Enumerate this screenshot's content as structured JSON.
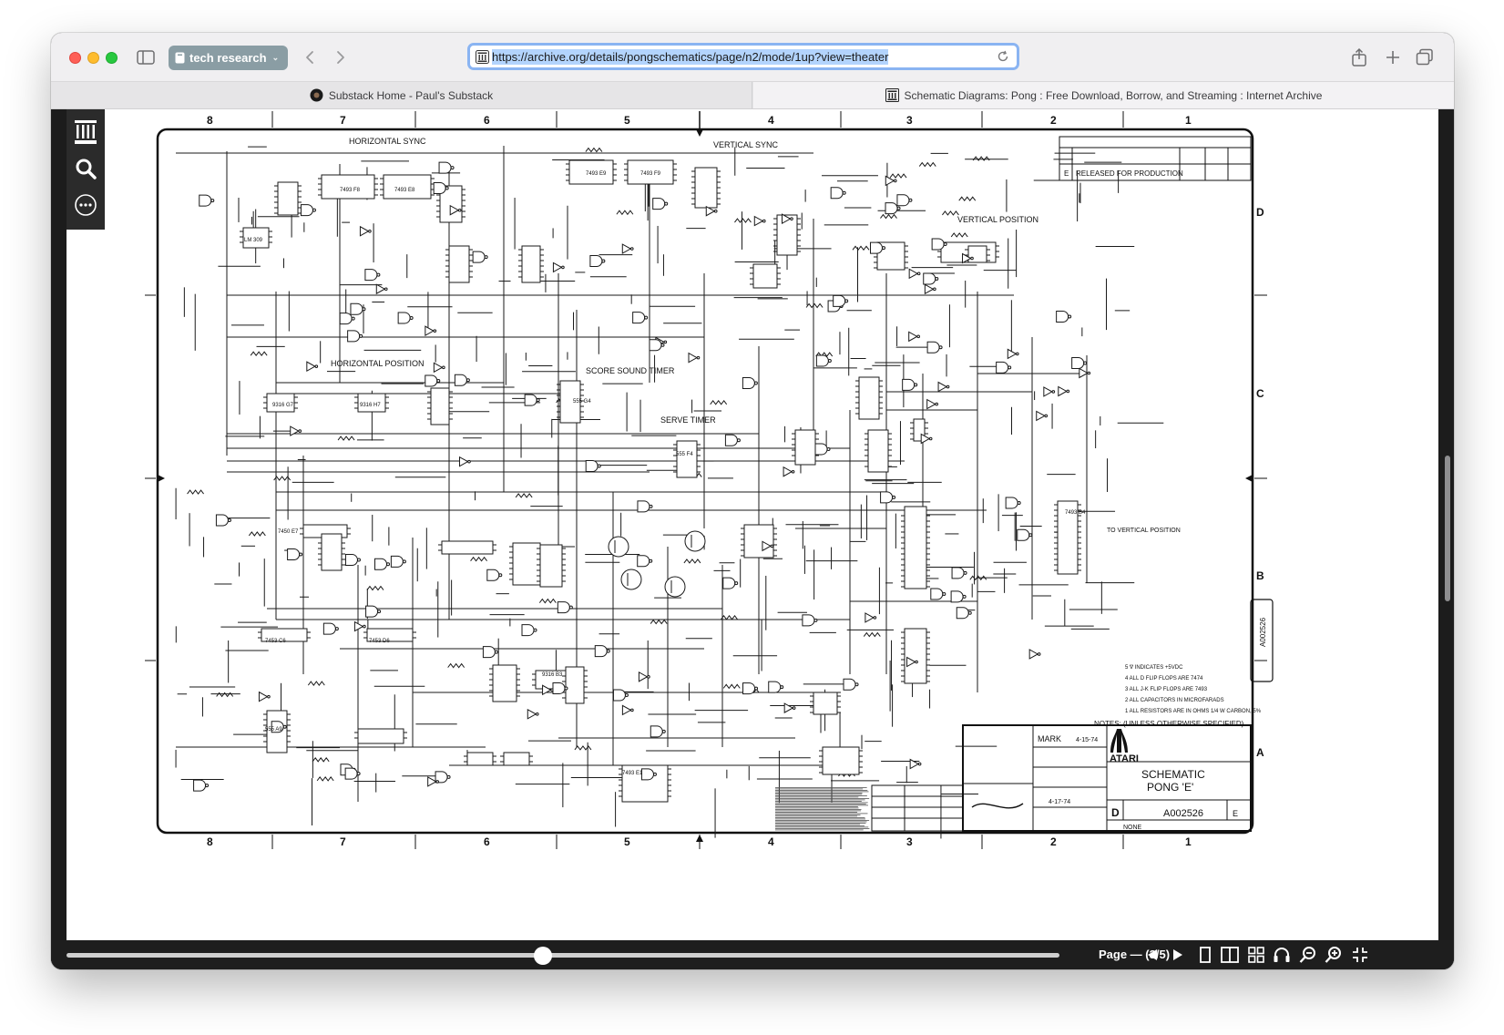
{
  "browser": {
    "tab_group_label": "tech research",
    "address_url": "https://archive.org/details/pongschematics/page/n2/mode/1up?view=theater"
  },
  "tabs": [
    {
      "title": "Substack Home - Paul's Substack"
    },
    {
      "title": "Schematic Diagrams: Pong : Free Download, Borrow, and Streaming : Internet Archive"
    }
  ],
  "viewer": {
    "page_indicator": "Page — (3/5)",
    "progress_fraction": 0.48
  },
  "schematic": {
    "column_numbers": [
      "8",
      "7",
      "6",
      "5",
      "4",
      "3",
      "2",
      "1"
    ],
    "row_letters": [
      "D",
      "C",
      "B",
      "A"
    ],
    "section_labels": {
      "horizontal_sync": "HORIZONTAL SYNC",
      "vertical_sync": "VERTICAL SYNC",
      "vertical_position": "VERTICAL POSITION",
      "horizontal_position": "HORIZONTAL POSITION",
      "score_sound_timer": "SCORE SOUND TIMER",
      "serve_timer": "SERVE TIMER",
      "to_vertical_position": "TO VERTICAL POSITION",
      "released_for_production": "RELEASED FOR PRODUCTION"
    },
    "notes_title": "NOTES: (UNLESS OTHERWISE SPECIFIED)",
    "notes": [
      "5 ∇ INDICATES +5VDC",
      "4 ALL D FLIP FLOPS ARE 7474",
      "3 ALL J-K FLIP FLOPS ARE 7493",
      "2 ALL CAPACITORS IN MICROFARADS",
      "1 ALL RESISTORS ARE IN OHMS 1/4 W CARBON, 5%"
    ],
    "title_block": {
      "company": "ATARI",
      "drawn_by": "MARK",
      "drawn_date": "4-15-74",
      "approved_date": "4-17-74",
      "title_line_1": "SCHEMATIC",
      "title_line_2": "PONG 'E'",
      "size": "D",
      "drawing_number": "A002526",
      "rev": "E",
      "scale": "NONE",
      "side_stamp": "A002526"
    },
    "chip_labels": [
      "LM 309",
      "7493 F8",
      "7493 E8",
      "7493 E9",
      "7493 F9",
      "9316 G7",
      "9316 H7",
      "7450 E7",
      "7453 C6",
      "7453 D6",
      "555 F4",
      "555 G4",
      "555 A9",
      "7493 B4",
      "9316 B3",
      "7493 E1"
    ]
  }
}
